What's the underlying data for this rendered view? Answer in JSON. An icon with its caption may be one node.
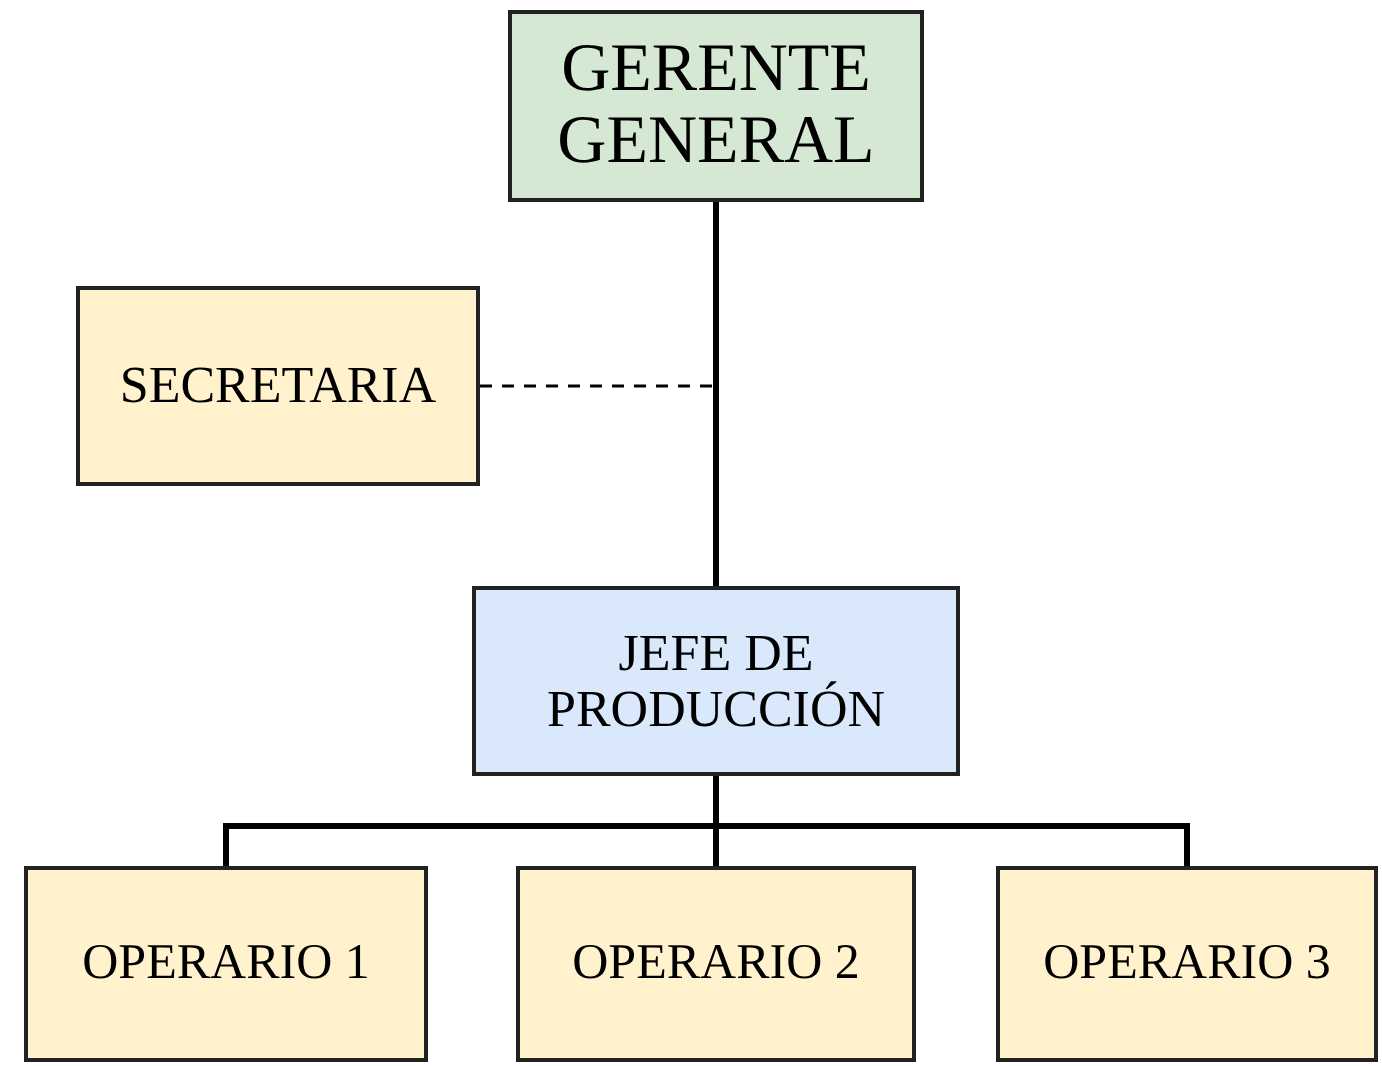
{
  "diagram": {
    "nodes": [
      {
        "text": [
          "GERENTE GENERAL"
        ]
      },
      {
        "text": [
          "SECRETARIA"
        ]
      },
      {
        "text": [
          "JEFE DE PRODUCCIÓN"
        ]
      },
      {
        "text": [
          "OPERARIO 1"
        ]
      },
      {
        "text": [
          "OPERARIO 2"
        ]
      },
      {
        "text": [
          "OPERARIO 3"
        ]
      }
    ],
    "edges": [
      {
        "from": 0,
        "to": 2,
        "arrow": "none"
      },
      {
        "from": 1,
        "to": 0,
        "arrow": "none",
        "style": "dashed"
      },
      {
        "from": 2,
        "to": 3,
        "arrow": "none"
      },
      {
        "from": 2,
        "to": 4,
        "arrow": "none"
      },
      {
        "from": 2,
        "to": 5,
        "arrow": "none"
      }
    ]
  }
}
